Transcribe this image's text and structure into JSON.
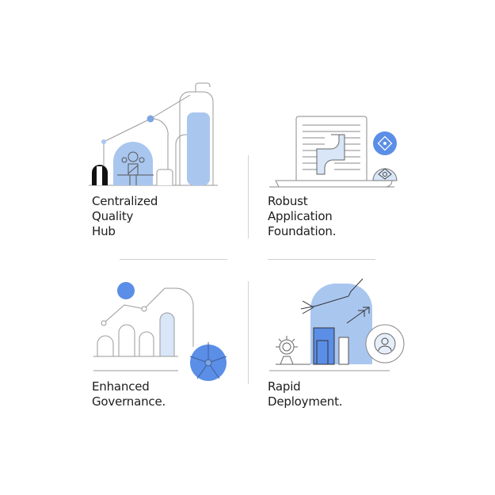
{
  "features": [
    {
      "id": "centralized-quality-hub",
      "line1": "Centralized",
      "line2": "Quality Hub"
    },
    {
      "id": "robust-application-foundation",
      "line1": "Robust Application",
      "line2": "Foundation."
    },
    {
      "id": "enhanced-governance",
      "line1": "Enhanced",
      "line2": "Governance."
    },
    {
      "id": "rapid-deployment",
      "line1": "Rapid",
      "line2": "Deployment."
    }
  ],
  "colors": {
    "accent_blue": "#5b8ee6",
    "light_blue": "#a9c6ef",
    "pale_blue": "#d8e6f8",
    "line_gray": "#9a9a9a",
    "text": "#1d1d1f",
    "divider": "#d2d2d2"
  },
  "icons": [
    "chart-growth-icon",
    "app-window-icon",
    "governance-chart-icon",
    "deployment-icon"
  ]
}
